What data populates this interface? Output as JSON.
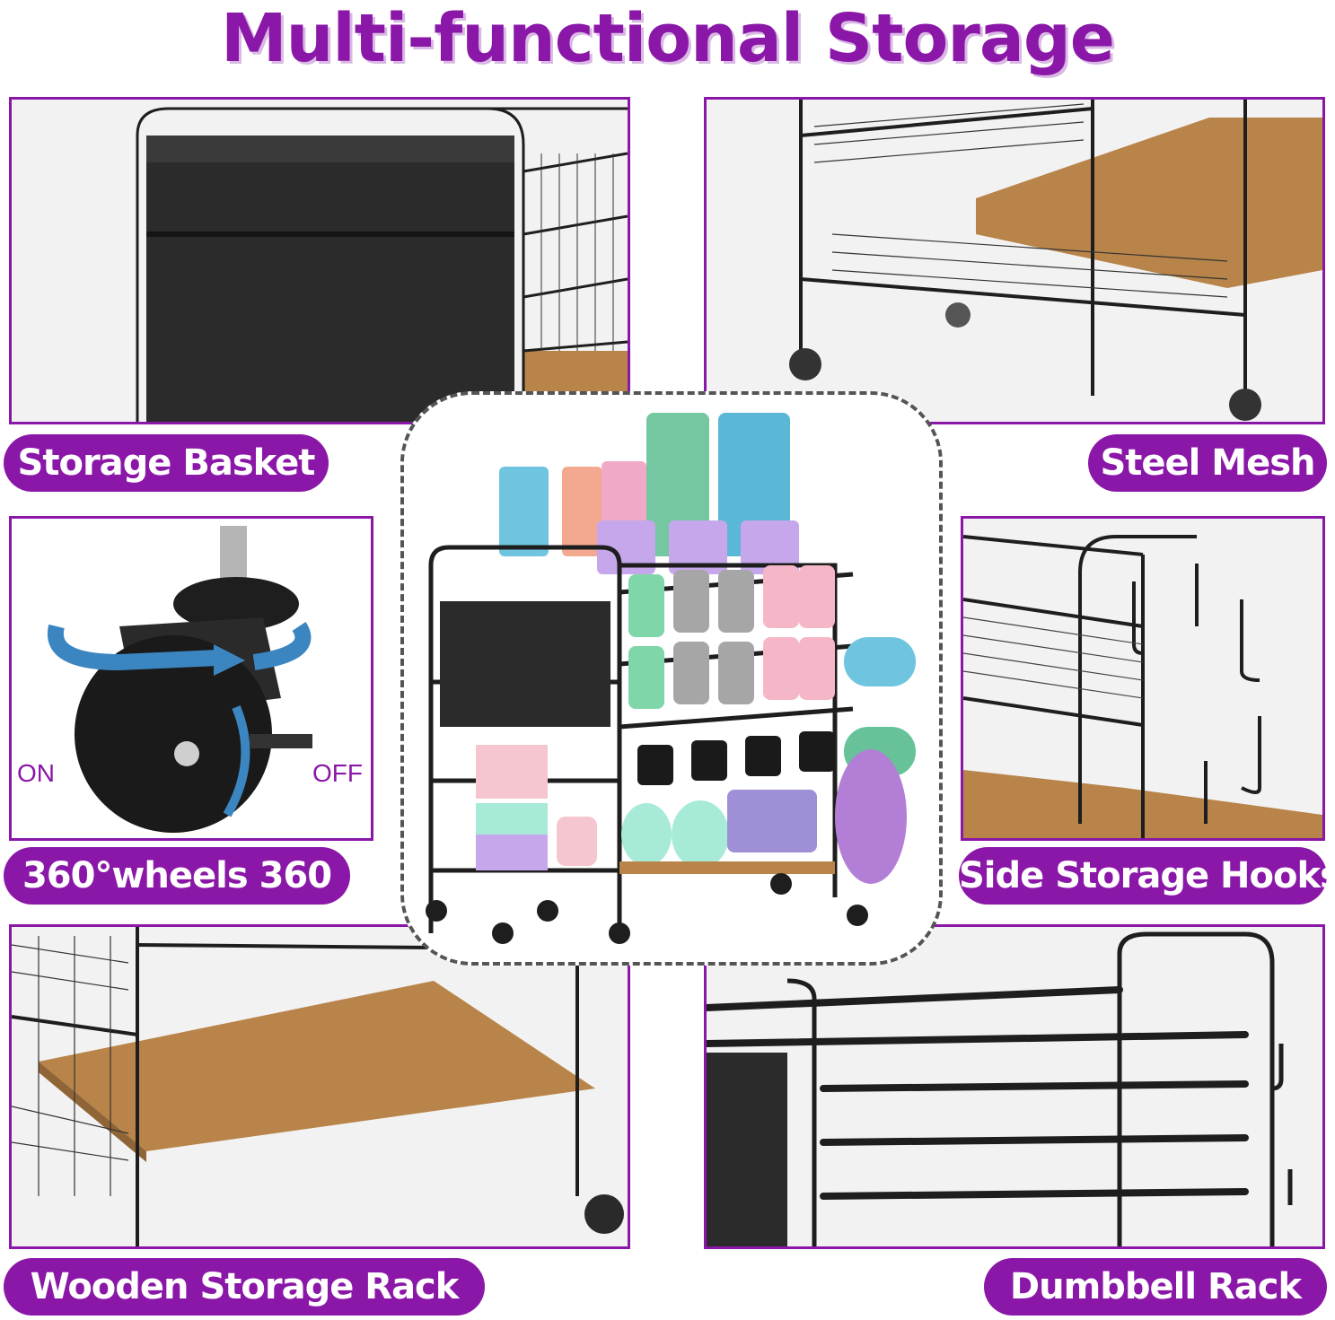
{
  "title": "Multi-functional Storage",
  "features": {
    "storage_basket": "Storage Basket",
    "steel_mesh": "Steel Mesh",
    "wheels": "360°wheels 360",
    "side_hooks": "Side Storage Hooks",
    "wooden_rack": "Wooden Storage Rack",
    "dumbbell_rack": "Dumbbell Rack"
  },
  "wheel_labels": {
    "on": "ON",
    "off": "OFF"
  },
  "colors": {
    "accent": "#8a17a8",
    "frame": "#1e1e1e",
    "wood": "#b8844a",
    "arrow": "#3b86c1"
  }
}
